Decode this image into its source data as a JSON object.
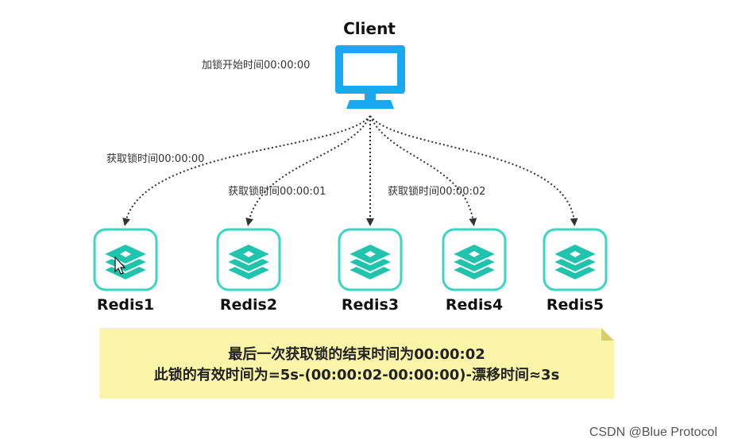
{
  "client": {
    "label": "Client",
    "lock_start_note": "加锁开始时间00:00:00"
  },
  "acquire_notes": [
    "获取锁时间00:00:00",
    "获取锁时间00:00:01",
    "获取锁时间00:00:02"
  ],
  "redis_nodes": [
    {
      "label": "Redis1"
    },
    {
      "label": "Redis2"
    },
    {
      "label": "Redis3"
    },
    {
      "label": "Redis4"
    },
    {
      "label": "Redis5"
    }
  ],
  "summary": {
    "line1": "最后一次获取锁的结束时间为00:00:02",
    "line2": "此锁的有效时间为=5s-(00:00:02-00:00:00)-漂移时间≈3s"
  },
  "watermark": "CSDN @Blue Protocol",
  "colors": {
    "monitor": "#1aa8f0",
    "redis_fill": "#20c4ad",
    "redis_border": "#3ad6c3",
    "sticky_fill": "#fbf5a9",
    "sticky_fold": "#d8cf6c"
  },
  "icons": {
    "client": "monitor-icon",
    "redis": "redis-stack-icon",
    "cursor": "mouse-pointer-icon"
  }
}
